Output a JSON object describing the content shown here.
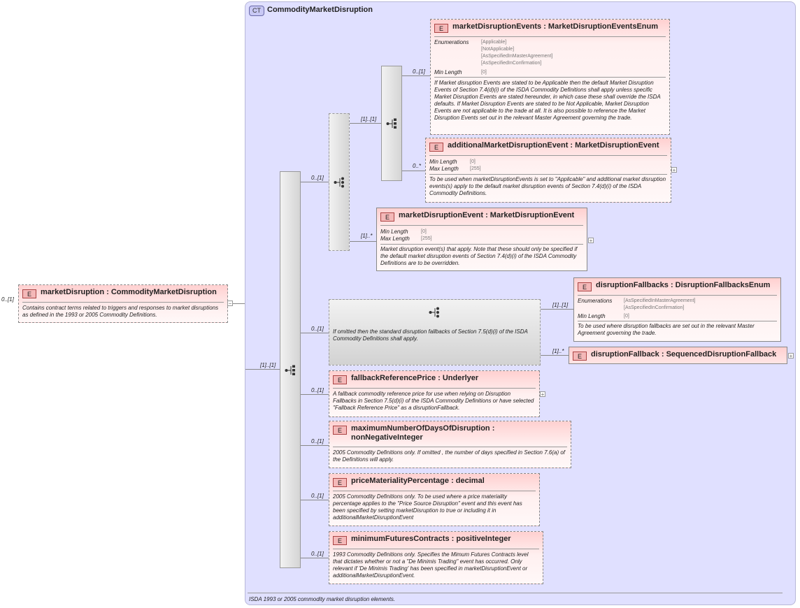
{
  "root": {
    "badge": "E",
    "cardinality": "0..[1]",
    "title": "marketDisruption : CommodityMarketDisruption",
    "doc": "Contains contract terms related to triggers and responses to market disruptions as defined in the 1993 or 2005 Commodity Definitions.",
    "collapse": "−"
  },
  "complex_type": {
    "badge": "CT",
    "title": "CommodityMarketDisruption",
    "doc": "ISDA 1993 or 2005 commodity market disruption elements."
  },
  "cardinalities": {
    "main_seq": "[1]..[1]",
    "choice_a": "0..[1]",
    "seq_inner": "[1]..[1]",
    "mde_events": "0..[1]",
    "additional": "0..*",
    "mde_single": "[1]..*",
    "fallback_group": "0..[1]",
    "df_enum": "[1]..[1]",
    "df_seq": "[1]..*",
    "fallback_price": "0..[1]",
    "max_days": "0..[1]",
    "price_mat": "0..[1]",
    "min_futures": "0..[1]"
  },
  "fallback_group_doc": "If omitted then the standard disruption fallbacks of Section 7.5(d)(i) of the ISDA Commodity Definitions shall apply.",
  "elements": {
    "mde_events": {
      "badge": "E",
      "title": "marketDisruptionEvents : MarketDisruptionEventsEnum",
      "enum_label": "Enumerations",
      "enums": [
        "[Applicable]",
        "[NotApplicable]",
        "[AsSpecifiedInMasterAgreement]",
        "[AsSpecifiedInConfirmation]"
      ],
      "minlen_label": "Min Length",
      "minlen": "[0]",
      "doc": "If Market disruption Events are stated to be Applicable then the default Market Disruption Events of Section 7.4(d)(i) of the ISDA Commodity Definitions shall apply unless specific Market Disruption Events are stated hereunder, in which case these shall override the ISDA defaults. If Market Disruption Events are stated to be Not Applicable, Market Disruption Events are not applicable to the trade at all. It is also possible to reference the Market Disruption Events set out in the relevant Master Agreement governing the trade."
    },
    "additional": {
      "badge": "E",
      "title": "additionalMarketDisruptionEvent : MarketDisruptionEvent",
      "minlen_label": "Min Length",
      "minlen": "[0]",
      "maxlen_label": "Max Length",
      "maxlen": "[255]",
      "doc": "To be used when marketDisruptionEvents is set to \"Applicable\" and additional market disruption events(s) apply to the default market disruption events of Section 7.4(d)(i) of the ISDA Commodity Definitions.",
      "expand": "+"
    },
    "mde_single": {
      "badge": "E",
      "title": "marketDisruptionEvent : MarketDisruptionEvent",
      "minlen_label": "Min Length",
      "minlen": "[0]",
      "maxlen_label": "Max Length",
      "maxlen": "[255]",
      "doc": "Market disruption event(s) that apply. Note that these should only be specified if the default market disruption events of Section 7.4(d)(i) of the ISDA Commodity Definitions are to be overridden.",
      "expand": "+"
    },
    "df_enum": {
      "badge": "E",
      "title": "disruptionFallbacks : DisruptionFallbacksEnum",
      "enum_label": "Enumerations",
      "enums": [
        "[AsSpecifiedInMasterAgreement]",
        "[AsSpecifiedInConfirmation]"
      ],
      "minlen_label": "Min Length",
      "minlen": "[0]",
      "doc": "To be used where disruption fallbacks are set out in the relevant Master Agreement governing the trade."
    },
    "df_seq": {
      "badge": "E",
      "title": "disruptionFallback : SequencedDisruptionFallback",
      "expand": "+"
    },
    "fallback_price": {
      "badge": "E",
      "title": "fallbackReferencePrice : Underlyer",
      "doc": "A fallback commodity reference price for use when relying on Disruption Fallbacks in Section 7.5(d)(i) of the ISDA Commodity Definitions or have selected \"Fallback Reference Price\" as a disruptionFallback.",
      "expand": "+"
    },
    "max_days": {
      "badge": "E",
      "title": "maximumNumberOfDaysOfDisruption : nonNegativeInteger",
      "doc": "2005 Commodity Definitions only. If omitted , the number of days specified in Section 7.6(a) of the Definitions will apply."
    },
    "price_mat": {
      "badge": "E",
      "title": "priceMaterialityPercentage : decimal",
      "doc": "2005 Commodity Definitions only. To be used where a price materiality percentage applies to the \"Price Source Disruption\" event and this event has been specified by setting marketDisruption to true or including it in additionalMarketDisruptionEvent"
    },
    "min_futures": {
      "badge": "E",
      "title": "minimumFuturesContracts : positiveInteger",
      "doc": "1993 Commodity Definitions only. Specifies the Mimum Futures Contracts level that dictates whether or not a \"De Minimis Trading\" event has occurred. Only relevant if 'De Minimis Trading' has been specified in marketDisruptionEvent or additionalMarketDisruptionEvent."
    }
  }
}
